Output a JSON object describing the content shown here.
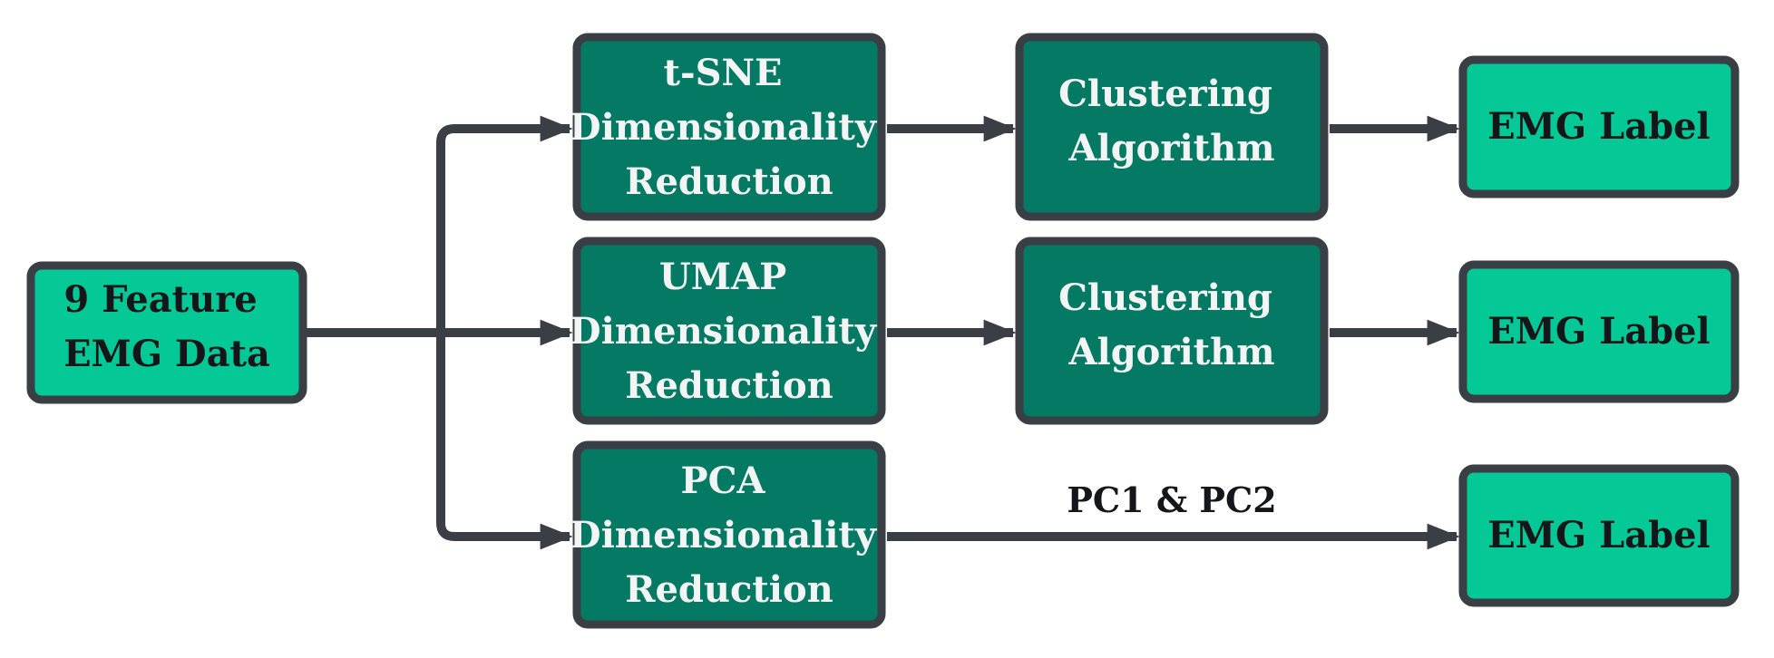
{
  "colors": {
    "stroke": "#3a3e45",
    "fill_light": "#04c895",
    "fill_dark": "#047a64",
    "text_light": "#f2f5f4",
    "text_dark": "#15161a"
  },
  "nodes": {
    "input": {
      "lines": [
        "9 Feature",
        "EMG Data"
      ]
    },
    "tsne": {
      "lines": [
        "t-SNE",
        "Dimensionality",
        "Reduction"
      ]
    },
    "umap": {
      "lines": [
        "UMAP",
        "Dimensionality",
        "Reduction"
      ]
    },
    "pca": {
      "lines": [
        "PCA",
        "Dimensionality",
        "Reduction"
      ]
    },
    "cluster_tsne": {
      "lines": [
        "Clustering",
        "Algorithm"
      ]
    },
    "cluster_umap": {
      "lines": [
        "Clustering",
        "Algorithm"
      ]
    },
    "label_tsne": {
      "lines": [
        "EMG Label"
      ]
    },
    "label_umap": {
      "lines": [
        "EMG Label"
      ]
    },
    "label_pca": {
      "lines": [
        "EMG Label"
      ]
    }
  },
  "edges": {
    "pca_to_label": {
      "label": "PC1 & PC2"
    }
  }
}
